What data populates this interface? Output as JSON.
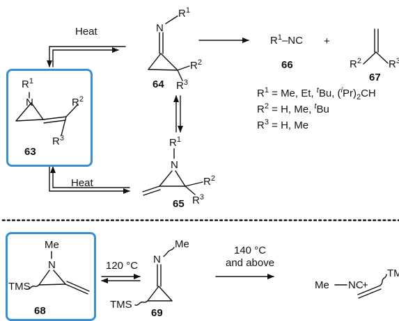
{
  "colors": {
    "highlight_box": "#3a8fd1",
    "ink": "#111111"
  },
  "upper_scheme": {
    "conditions": {
      "heat_top": "Heat",
      "heat_bottom": "Heat"
    },
    "compound_63": {
      "label": "63",
      "n_sub": "R",
      "n_sub_sup": "1",
      "sub_a": "R",
      "sub_a_sup": "2",
      "sub_b": "R",
      "sub_b_sup": "3",
      "atom_n": "N"
    },
    "compound_64": {
      "label": "64",
      "n_sub": "R",
      "n_sub_sup": "1",
      "sub_a": "R",
      "sub_a_sup": "2",
      "sub_b": "R",
      "sub_b_sup": "3",
      "atom_n": "N"
    },
    "compound_65": {
      "label": "65",
      "n_sub": "R",
      "n_sub_sup": "1",
      "sub_a": "R",
      "sub_a_sup": "2",
      "sub_b": "R",
      "sub_b_sup": "3",
      "atom_n": "N"
    },
    "compound_66": {
      "label": "66",
      "r": "R",
      "r_sup": "1",
      "group": "–NC"
    },
    "plus": "+",
    "compound_67": {
      "label": "67",
      "r": "R",
      "r_sup": "2",
      "r3": "R",
      "r3_sup": "3"
    },
    "definitions": {
      "r1_lhs": "R",
      "r1_sup": "1",
      "r1_text_a": " = Me, Et, ",
      "r1_t": "t",
      "r1_text_b": "Bu, (",
      "r1_i": "i",
      "r1_text_c": "Pr)",
      "r1_sub2": "2",
      "r1_text_d": "CH",
      "r2_lhs": "R",
      "r2_sup": "2",
      "r2_text": " = H, Me, ",
      "r2_t": "t",
      "r2_text_b": "Bu",
      "r3_lhs": "R",
      "r3_sup": "3",
      "r3_text": " = H, Me"
    }
  },
  "lower_scheme": {
    "compound_68": {
      "label": "68",
      "me": "Me",
      "atom_n": "N",
      "tms": "TMS"
    },
    "condition_1": "120 °C",
    "compound_69": {
      "label": "69",
      "me": "Me",
      "atom_n": "N",
      "tms": "TMS"
    },
    "condition_2_line1": "140 °C",
    "condition_2_line2": "and above",
    "product_a": "Me",
    "product_a_group": "NC",
    "plus": "+",
    "product_b_tms": "TMS"
  }
}
